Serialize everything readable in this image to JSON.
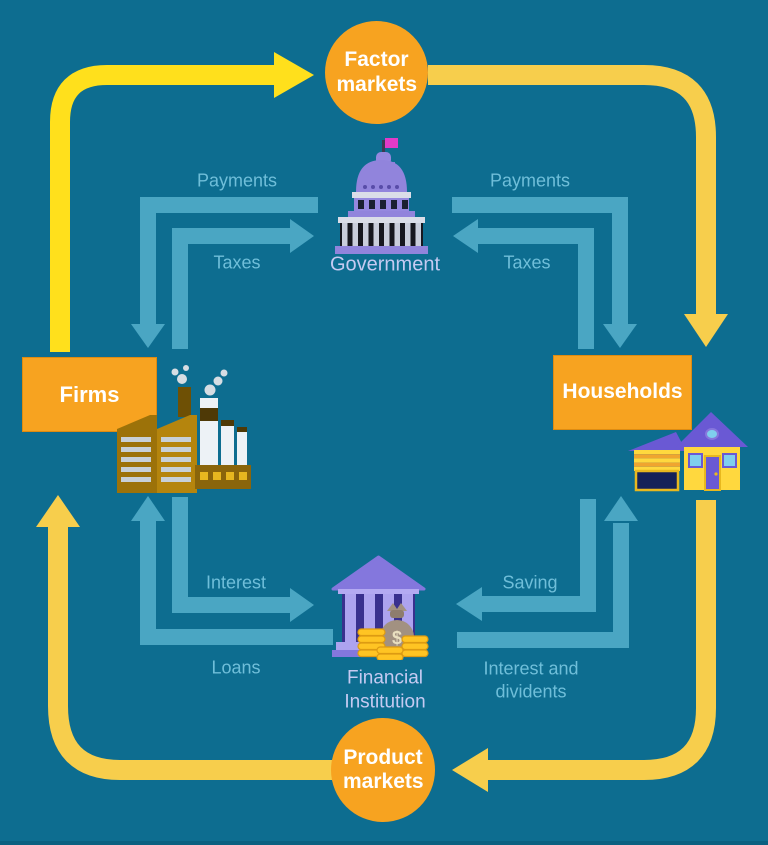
{
  "diagram": {
    "type": "circular-flow-economic-diagram",
    "colors": {
      "background": "#0d6d90",
      "node_fill": "#f7a320",
      "node_text": "#ffffff",
      "outer_arrow_bright_yellow": "#ffe01c",
      "outer_arrow_gold": "#f7ce4c",
      "inner_arrow_teal": "#4aa6c3",
      "flow_label_text": "#6fbed9",
      "institution_label_text": "#c5caf2"
    },
    "nodes": {
      "factor_markets": {
        "label": "Factor markets",
        "shape": "circle"
      },
      "product_markets": {
        "label": "Product markets",
        "shape": "circle"
      },
      "firms": {
        "label": "Firms",
        "shape": "rectangle"
      },
      "households": {
        "label": "Households",
        "shape": "rectangle"
      },
      "government": {
        "label": "Government",
        "icon": "government-building-icon"
      },
      "financial_institution": {
        "label": "Financial Institution",
        "icon": "bank-icon"
      }
    },
    "flows": {
      "payments_left": {
        "label": "Payments",
        "from": "Government",
        "to": "Firms"
      },
      "taxes_left": {
        "label": "Taxes",
        "from": "Firms",
        "to": "Government"
      },
      "payments_right": {
        "label": "Payments",
        "from": "Government",
        "to": "Households"
      },
      "taxes_right": {
        "label": "Taxes",
        "from": "Households",
        "to": "Government"
      },
      "interest": {
        "label": "Interest",
        "from": "Firms",
        "to": "Financial Institution"
      },
      "loans": {
        "label": "Loans",
        "from": "Financial Institution",
        "to": "Firms"
      },
      "saving": {
        "label": "Saving",
        "from": "Households",
        "to": "Financial Institution"
      },
      "interest_and_dividends": {
        "label": "Interest and dividents",
        "from": "Financial Institution",
        "to": "Households"
      }
    },
    "icons": {
      "government-building-icon": "purple capitol with dome, pink flag, colonnade",
      "factory-icon": "gold factory buildings, chimney, white smokestacks, smoke",
      "house-icon": "yellow house with purple roof and striped garage",
      "bank-icon": "purple bank with pediment and columns",
      "money-bag-icon": "money sack with dollar sign",
      "coins-icon": "stacks of gold coins"
    }
  }
}
